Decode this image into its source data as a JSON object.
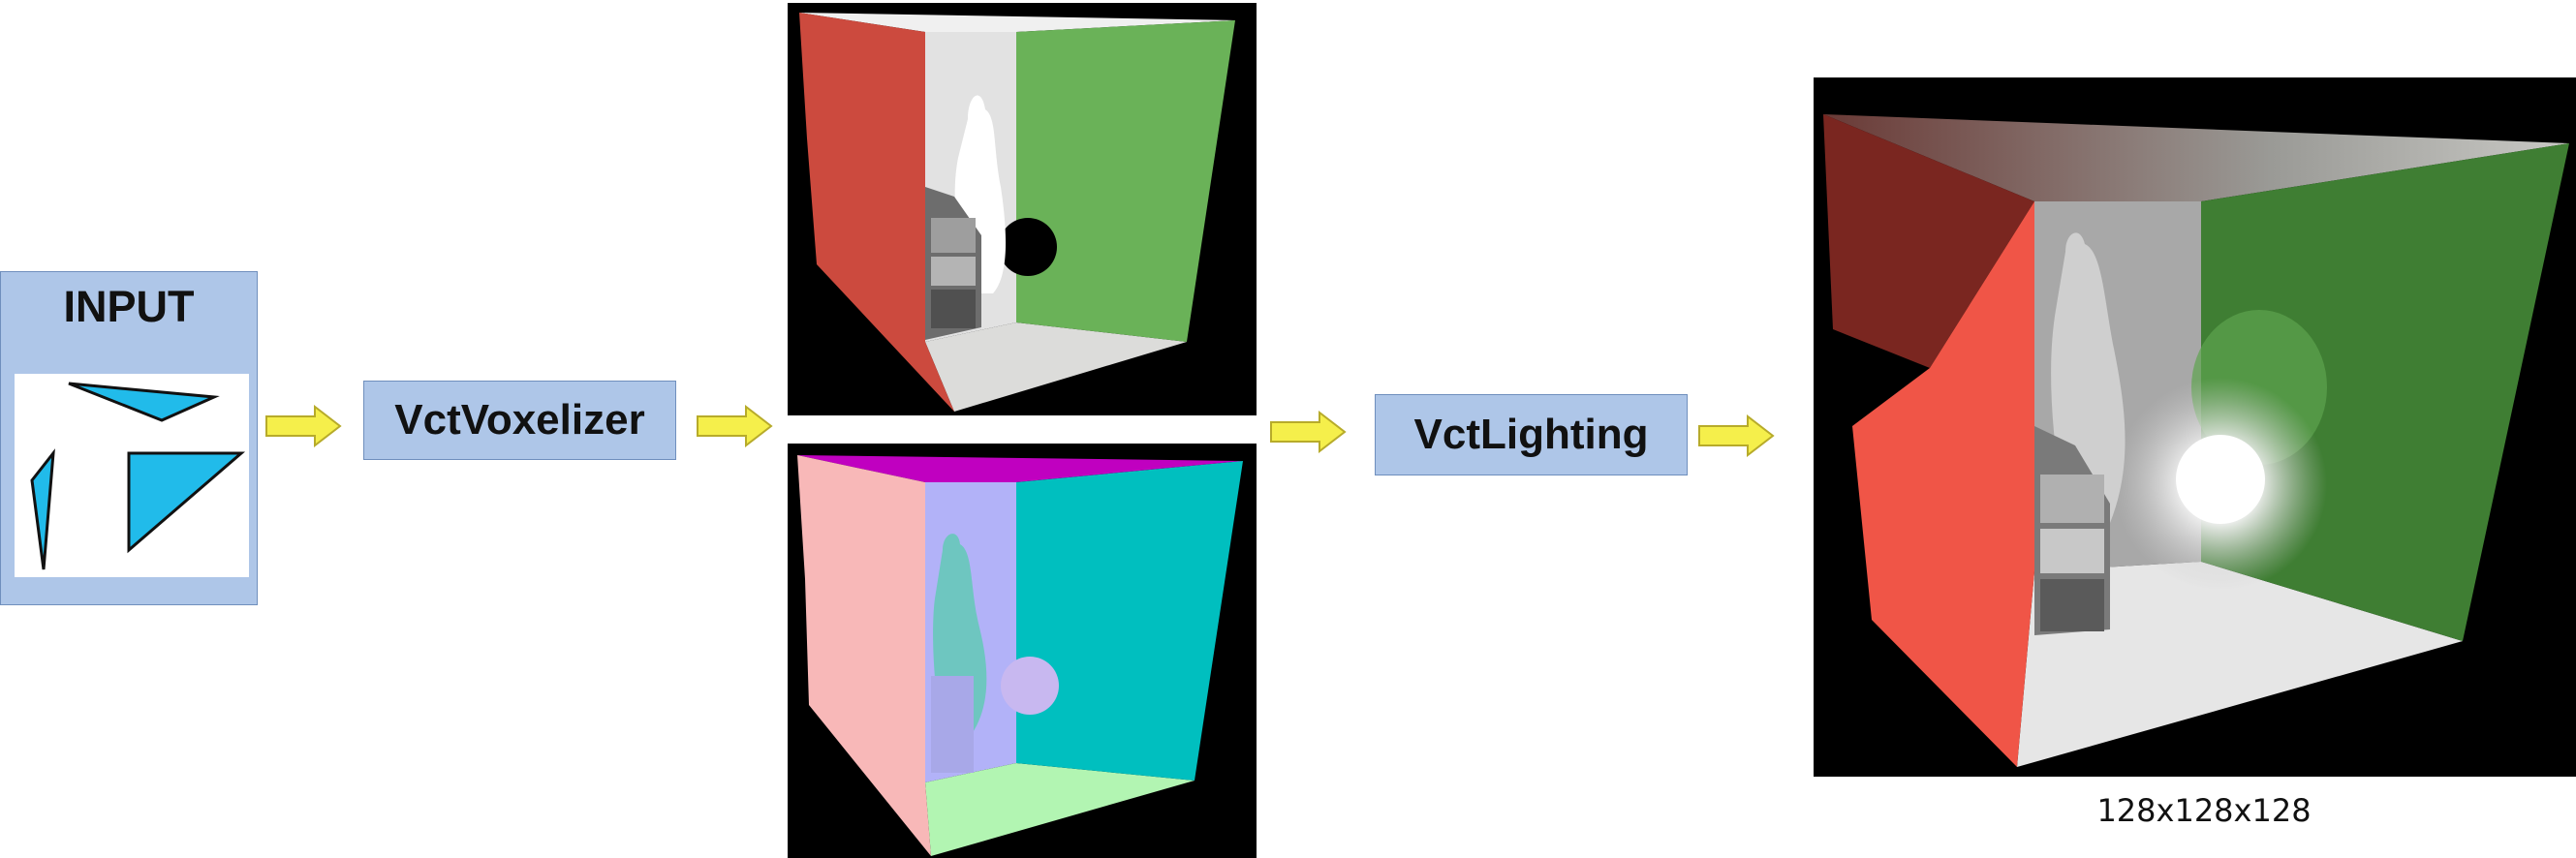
{
  "input": {
    "title": "INPUT"
  },
  "stages": {
    "voxelizer": "VctVoxelizer",
    "lighting": "VctLighting"
  },
  "output": {
    "resolution": "128x128x128"
  },
  "colors": {
    "box_fill": "#aec6e8",
    "arrow_fill": "#f5ef4b",
    "triangle_fill": "#21bbea",
    "albedo_left_wall": "#cc4a3e",
    "albedo_right_wall": "#6ab258",
    "normal_left_wall": "#f8b8b8",
    "normal_right_wall": "#00bfbf",
    "normal_ceiling": "#c000c0",
    "normal_floor": "#b2f5b2",
    "lit_left_wall": "#f05547",
    "lit_right_wall": "#3f7e33"
  }
}
